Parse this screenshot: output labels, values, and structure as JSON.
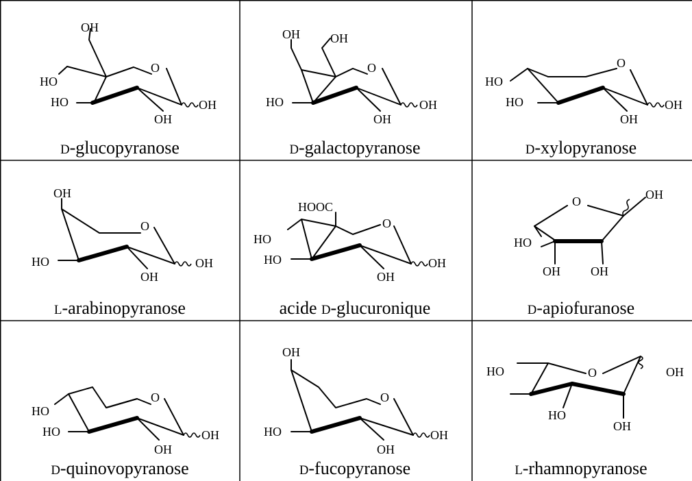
{
  "cells": [
    {
      "id": "glucopyranose",
      "prefix": "D",
      "name": "-glucopyranose",
      "atoms": [
        "OH",
        "O",
        "HO",
        "HO",
        "OH",
        "OH"
      ]
    },
    {
      "id": "galactopyranose",
      "prefix": "D",
      "name": "-galactopyranose",
      "atoms": [
        "OH",
        "OH",
        "O",
        "HO",
        "OH",
        "OH"
      ]
    },
    {
      "id": "xylopyranose",
      "prefix": "D",
      "name": "-xylopyranose",
      "atoms": [
        "O",
        "HO",
        "HO",
        "OH",
        "OH"
      ]
    },
    {
      "id": "arabinopyranose",
      "prefix": "L",
      "name": "-arabinopyranose",
      "atoms": [
        "OH",
        "O",
        "HO",
        "OH",
        "OH"
      ]
    },
    {
      "id": "glucuronique",
      "lead": "acide ",
      "prefix": "D",
      "name": "-glucuronique",
      "atoms": [
        "HOOC",
        "O",
        "HO",
        "HO",
        "OH",
        "OH"
      ]
    },
    {
      "id": "apiofuranose",
      "prefix": "D",
      "name": "-apiofuranose",
      "atoms": [
        "O",
        "OH",
        "HO",
        "OH",
        "OH"
      ]
    },
    {
      "id": "quinovopyranose",
      "prefix": "D",
      "name": "-quinovopyranose",
      "atoms": [
        "O",
        "HO",
        "HO",
        "OH",
        "OH"
      ]
    },
    {
      "id": "fucopyranose",
      "prefix": "D",
      "name": "-fucopyranose",
      "atoms": [
        "OH",
        "O",
        "HO",
        "OH",
        "OH"
      ]
    },
    {
      "id": "rhamnopyranose",
      "prefix": "L",
      "name": "-rhamnopyranose",
      "atoms": [
        "HO",
        "O",
        "OH",
        "HO",
        "OH"
      ]
    }
  ]
}
